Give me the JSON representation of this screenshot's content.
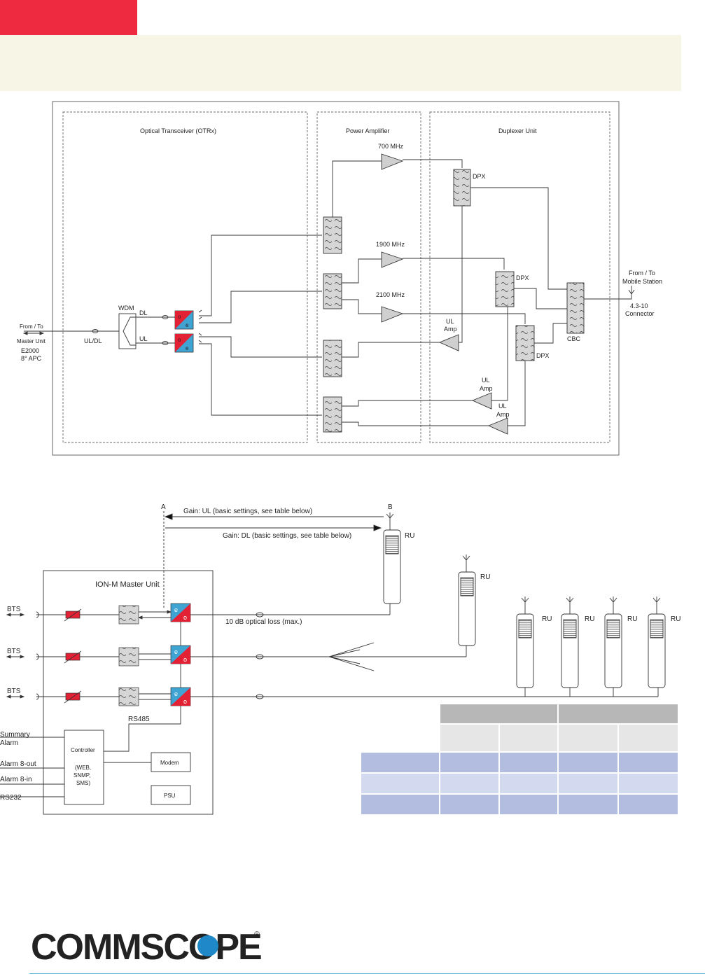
{
  "upper_diagram": {
    "sections": {
      "otrx": "Optical Transceiver (OTRx)",
      "power_amplifier": "Power Amplifier",
      "duplexer_unit": "Duplexer Unit"
    },
    "bands": [
      "700 MHz",
      "1900 MHz",
      "2100 MHz"
    ],
    "labels": {
      "from_to_master": "From / To",
      "master_unit": "Master Unit",
      "e2000": "E2000",
      "apc": "8° APC",
      "ul_dl": "UL/DL",
      "wdm": "WDM",
      "dl": "DL",
      "ul": "UL",
      "dpx": "DPX",
      "cbc": "CBC",
      "ul_amp_1": "UL",
      "ul_amp_2": "Amp",
      "from_to_mobile_1": "From / To",
      "from_to_mobile_2": "Mobile Station",
      "connector_1": "4.3-10",
      "connector_2": "Connector",
      "conv_o": "o",
      "conv_e": "e"
    }
  },
  "lower_diagram": {
    "point_a": "A",
    "point_b": "B",
    "gain_ul": "Gain: UL (basic settings, see table below)",
    "gain_dl": "Gain: DL (basic settings, see table below)",
    "master_unit_title": "ION-M Master Unit",
    "bts": "BTS",
    "ru": "RU",
    "optical_loss": "10 dB optical loss (max.)",
    "rs485": "RS485",
    "controller": "Controller",
    "controller_sub_1": "(WEB,",
    "controller_sub_2": "SNMP,",
    "controller_sub_3": "SMS)",
    "modem": "Modem",
    "psu": "PSU",
    "summary_alarm_1": "Summary",
    "summary_alarm_2": "Alarm",
    "alarm_out": "Alarm 8-out",
    "alarm_in": "Alarm 8-in",
    "rs232": "RS232"
  },
  "brand": {
    "logo_text": "COMMSCOPE",
    "registered": "®"
  },
  "colors": {
    "accent_red": "#ee2a41",
    "banner_bg": "#f7f5e6",
    "table_header": "#b7b7b7",
    "table_subheader": "#e6e6e6",
    "table_row_dark": "#b2bde0",
    "table_row_light": "#d3d9ee",
    "converter_blue": "#3fa4d2",
    "converter_red": "#e32134",
    "logo_blue": "#1e88c8"
  }
}
